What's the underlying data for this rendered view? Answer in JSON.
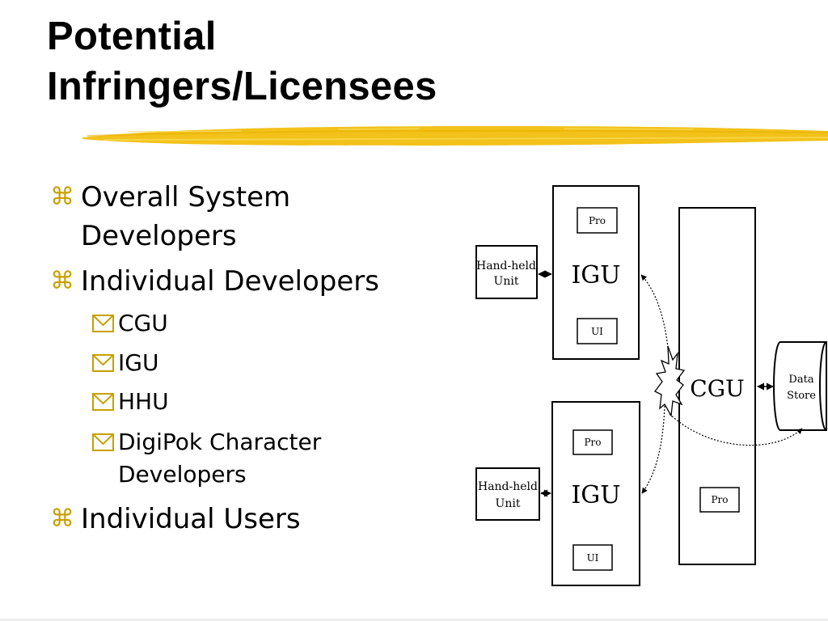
{
  "slide": {
    "title_lines": [
      "Potential",
      "Infringers/Licensees"
    ],
    "accent_color": "#f2c21a"
  },
  "bullets": {
    "overall": "Overall System Developers",
    "individual_developers": "Individual Developers",
    "sub": [
      "CGU",
      "IGU",
      "HHU",
      "DigiPok Character Developers"
    ],
    "individual_users": "Individual Users",
    "level1_icon": "command-symbol-icon",
    "level2_icon": "envelope-icon",
    "level1_glyph": "⌘"
  },
  "diagram": {
    "top_igu": {
      "label": "IGU",
      "pro": "Pro",
      "ui": "UI"
    },
    "bottom_igu": {
      "label": "IGU",
      "pro": "Pro",
      "ui": "UI"
    },
    "handheld_top": [
      "Hand-held",
      "Unit"
    ],
    "handheld_bottom": [
      "Hand-held",
      "Unit"
    ],
    "cgu": {
      "label": "CGU",
      "pro": "Pro"
    },
    "data_store": [
      "Data",
      "Store"
    ]
  }
}
